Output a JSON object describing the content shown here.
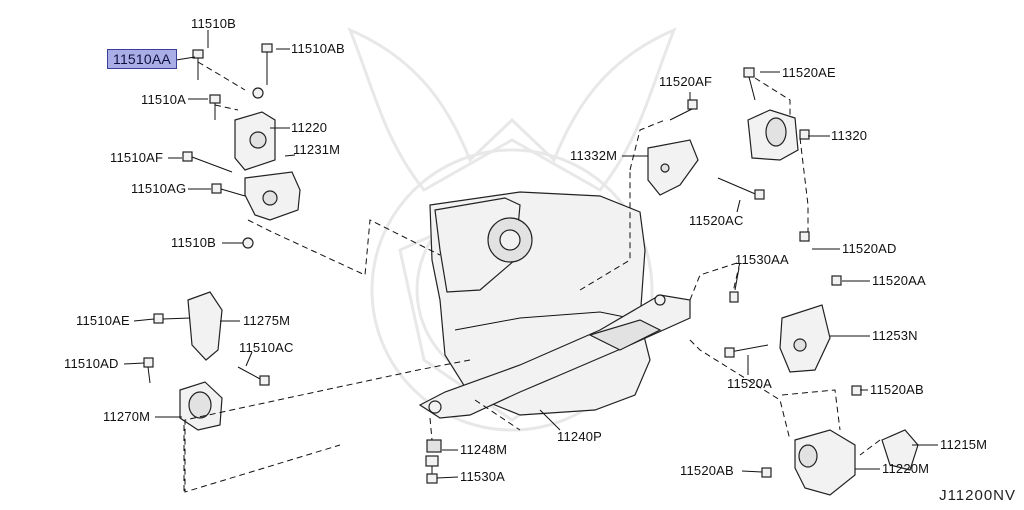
{
  "diagram_code": "J11200NV",
  "highlight_color": "#a9afe6",
  "labels": {
    "p11510AA": "11510AA",
    "p11510B_top": "11510B",
    "p11510AB": "11510AB",
    "p11510A": "11510A",
    "p11220": "11220",
    "p11510AF": "11510AF",
    "p11231M": "11231M",
    "p11510AG": "11510AG",
    "p11510B_bot": "11510B",
    "p11520AF": "11520AF",
    "p11520AE": "11520AE",
    "p11320": "11320",
    "p11332M": "11332M",
    "p11520AC": "11520AC",
    "p11520AD": "11520AD",
    "p11530AA": "11530AA",
    "p11520AA": "11520AA",
    "p11253N": "11253N",
    "p11520A": "11520A",
    "p11520AB_top": "11520AB",
    "p11215M": "11215M",
    "p11220M": "11220M",
    "p11520AB_bot": "11520AB",
    "p11510AE": "11510AE",
    "p11275M": "11275M",
    "p11510AD": "11510AD",
    "p11510AC": "11510AC",
    "p11270M": "11270M",
    "p11248M": "11248M",
    "p11240P": "11240P",
    "p11530A": "11530A"
  }
}
